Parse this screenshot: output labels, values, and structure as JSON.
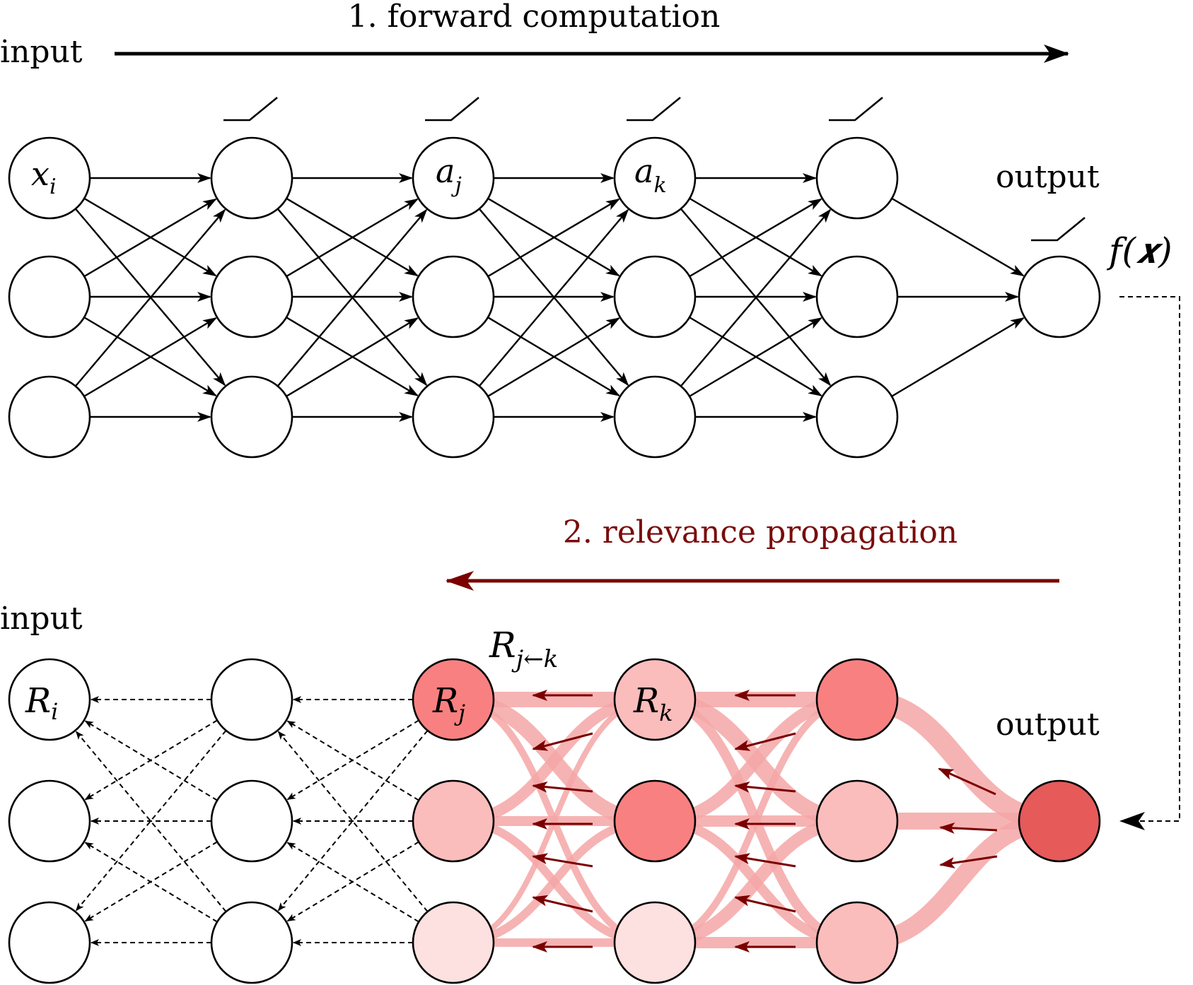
{
  "top": {
    "title": "1. forward computation",
    "input_label": "input",
    "output_label": "output",
    "fx_label": "f(𝒙)",
    "node_labels": {
      "xi": {
        "base": "x",
        "sub": "i"
      },
      "aj": {
        "base": "a",
        "sub": "j"
      },
      "ak": {
        "base": "a",
        "sub": "k"
      }
    }
  },
  "bottom": {
    "title": "2. relevance propagation",
    "input_label": "input",
    "output_label": "output",
    "rjk_label": {
      "base": "R",
      "sub": "j←k"
    },
    "node_labels": {
      "ri": {
        "base": "R",
        "sub": "i"
      },
      "rj": {
        "base": "R",
        "sub": "j"
      },
      "rk": {
        "base": "R",
        "sub": "k"
      }
    }
  },
  "colors": {
    "forward": "#000000",
    "relevance_arrow": "#7a0000",
    "relevance_text": "#7a0c0c",
    "band": "#f4a6a6",
    "relevance_fill_levels": [
      "#ffffff",
      "#fde0e0",
      "#fbbcbc",
      "#f98080",
      "#e65a5a"
    ]
  },
  "relevance_levels": {
    "layer2": [
      3,
      2,
      1
    ],
    "layer3": [
      2,
      3,
      1
    ],
    "layer4": [
      3,
      2,
      2
    ],
    "output": [
      4
    ]
  }
}
